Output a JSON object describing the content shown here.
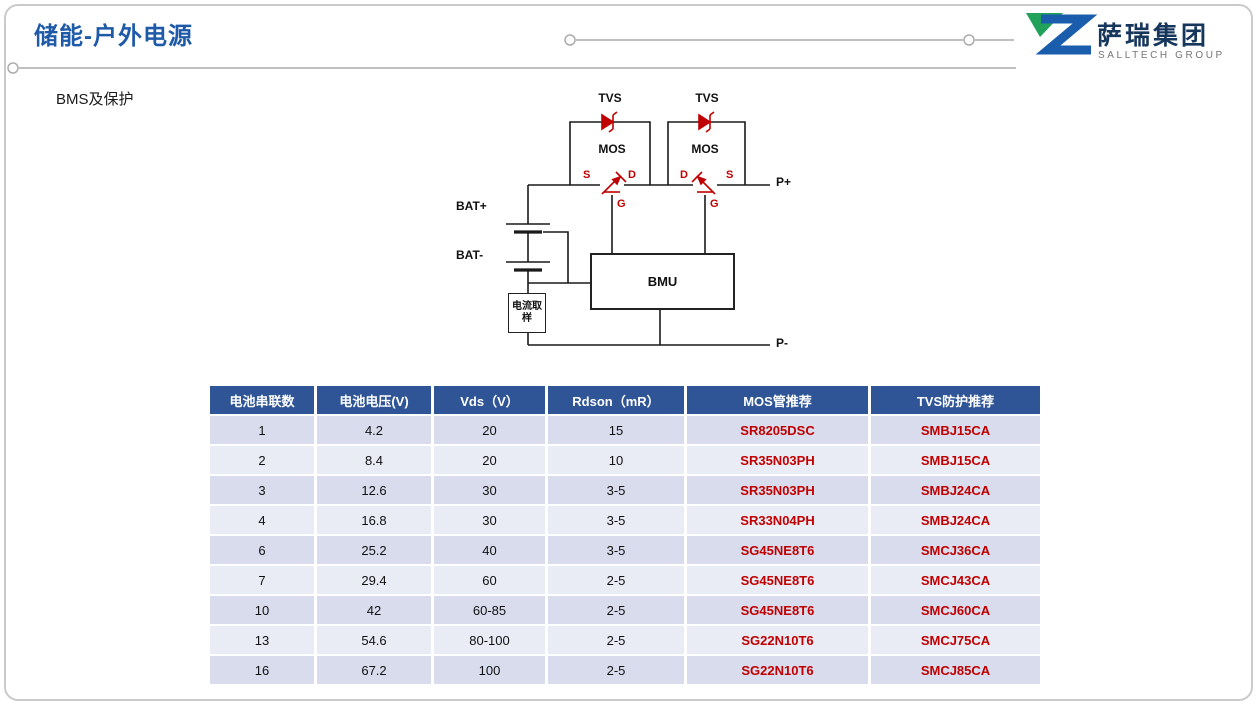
{
  "header": {
    "title": "储能-户外电源",
    "subtitle": "BMS及保护"
  },
  "logo": {
    "name": "萨瑞集团",
    "subtitle": "SALLTECH GROUP"
  },
  "diagram": {
    "tvs_left": "TVS",
    "tvs_right": "TVS",
    "mos_left": "MOS",
    "mos_right": "MOS",
    "mos_left_s": "S",
    "mos_left_d": "D",
    "mos_left_g": "G",
    "mos_right_d": "D",
    "mos_right_s": "S",
    "mos_right_g": "G",
    "bat_plus": "BAT+",
    "bat_minus": "BAT-",
    "bmu": "BMU",
    "current_sampling": "电流取样",
    "p_plus": "P+",
    "p_minus": "P-"
  },
  "table": {
    "headers": [
      "电池串联数",
      "电池电压(V)",
      "Vds（V）",
      "Rdson（mR）",
      "MOS管推荐",
      "TVS防护推荐"
    ],
    "rows": [
      [
        "1",
        "4.2",
        "20",
        "15",
        "SR8205DSC",
        "SMBJ15CA"
      ],
      [
        "2",
        "8.4",
        "20",
        "10",
        "SR35N03PH",
        "SMBJ15CA"
      ],
      [
        "3",
        "12.6",
        "30",
        "3-5",
        "SR35N03PH",
        "SMBJ24CA"
      ],
      [
        "4",
        "16.8",
        "30",
        "3-5",
        "SR33N04PH",
        "SMBJ24CA"
      ],
      [
        "6",
        "25.2",
        "40",
        "3-5",
        "SG45NE8T6",
        "SMCJ36CA"
      ],
      [
        "7",
        "29.4",
        "60",
        "2-5",
        "SG45NE8T6",
        "SMCJ43CA"
      ],
      [
        "10",
        "42",
        "60-85",
        "2-5",
        "SG45NE8T6",
        "SMCJ60CA"
      ],
      [
        "13",
        "54.6",
        "80-100",
        "2-5",
        "SG22N10T6",
        "SMCJ75CA"
      ],
      [
        "16",
        "67.2",
        "100",
        "2-5",
        "SG22N10T6",
        "SMCJ85CA"
      ]
    ]
  },
  "colors": {
    "title_blue": "#1F5AA8",
    "header_bg": "#2F5597",
    "row_odd": "#D8DCEC",
    "row_even": "#E9EBF5",
    "accent_red": "#C00000",
    "logo_green": "#21A15A",
    "logo_blue": "#1A5DAD"
  }
}
